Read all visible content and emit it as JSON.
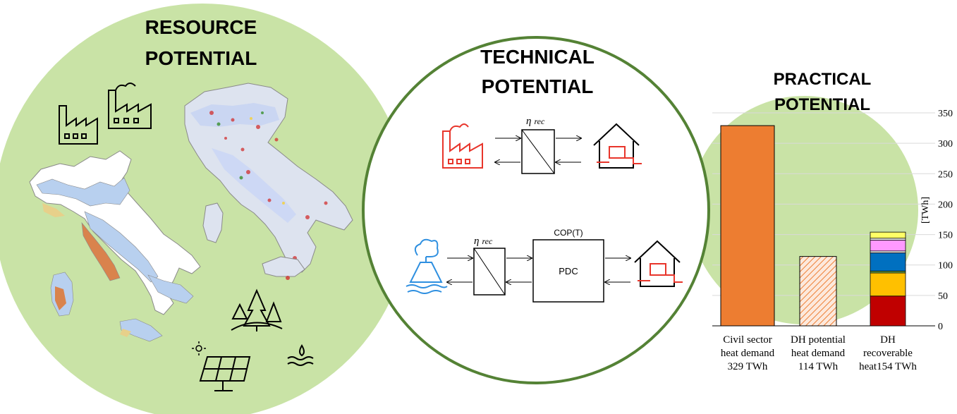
{
  "resource": {
    "title_line1": "RESOURCE",
    "title_line2": "POTENTIAL",
    "circle_color": "#c9e3a6"
  },
  "technical": {
    "title_line1": "TECHNICAL",
    "title_line2": "POTENTIAL",
    "ring_color": "#548235",
    "eta_label": "η",
    "eta_sub": "rec",
    "cop_label": "COP(T)",
    "pdc_label": "PDC",
    "industry_color": "#e8352b",
    "geothermal_color": "#2e8fe0",
    "building_color": "#e8352b"
  },
  "practical": {
    "title_line1": "PRACTICAL",
    "title_line2": "POTENTIAL",
    "circle_color": "#c9e3a6"
  },
  "chart_data": {
    "type": "bar",
    "ylabel": "[TWh]",
    "ylim": [
      0,
      350
    ],
    "yticks": [
      0,
      50,
      100,
      150,
      200,
      250,
      300,
      350
    ],
    "grid": true,
    "categories": [
      [
        "Civil sector",
        "heat demand",
        "329 TWh"
      ],
      [
        "DH potential",
        "heat demand",
        "114 TWh"
      ],
      [
        "DH",
        "recoverable",
        "heat154 TWh"
      ]
    ],
    "bars": [
      {
        "value": 329,
        "color": "#ed7d31",
        "style": "solid"
      },
      {
        "value": 114,
        "color": "#ed7d31",
        "style": "hatched"
      },
      {
        "stack": [
          {
            "value": 49,
            "color": "#c00000"
          },
          {
            "value": 38,
            "color": "#ffc000"
          },
          {
            "value": 3,
            "color": "#70ad47"
          },
          {
            "value": 30,
            "color": "#0070c0"
          },
          {
            "value": 3,
            "color": "#ffffff"
          },
          {
            "value": 18,
            "color": "#ff99ff"
          },
          {
            "value": 3,
            "color": "#ffffff"
          },
          {
            "value": 10,
            "color": "#ffff66"
          }
        ]
      }
    ]
  }
}
